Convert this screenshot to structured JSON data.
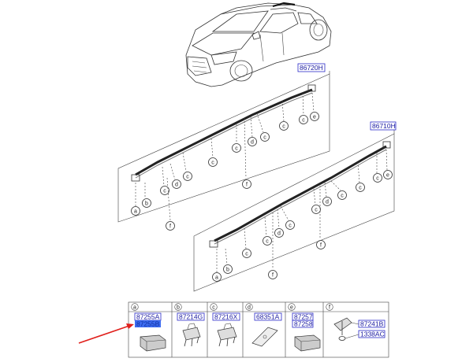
{
  "assembly_labels": {
    "upper": "86720H",
    "lower": "86710H"
  },
  "callout_letters": [
    "a",
    "b",
    "c",
    "d",
    "e",
    "f"
  ],
  "table": {
    "headers": [
      "a",
      "b",
      "c",
      "d",
      "e",
      "f"
    ],
    "cells": {
      "a": [
        "87255A",
        "87255B"
      ],
      "b": [
        "87214G"
      ],
      "c": [
        "87216X"
      ],
      "d": [
        "68351A"
      ],
      "e": [
        "87257",
        "87258"
      ],
      "f": [
        "87241B",
        "1338AC"
      ]
    }
  },
  "colors": {
    "part_number_text": "#1a1aa0",
    "highlight": "#3d6cf0",
    "pointer_arrow": "#e0201c"
  }
}
